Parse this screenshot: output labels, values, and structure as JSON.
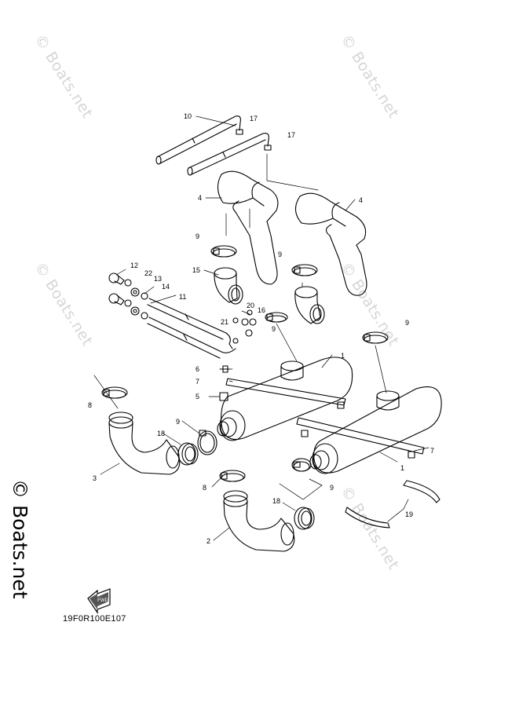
{
  "watermark_text": "© Boats.net",
  "diagram_code": "19F0R100E107",
  "front_arrow_label": "FWD",
  "callouts": [
    {
      "id": "c10",
      "text": "10"
    },
    {
      "id": "c17a",
      "text": "17"
    },
    {
      "id": "c17b",
      "text": "17"
    },
    {
      "id": "c4a",
      "text": "4"
    },
    {
      "id": "c4b",
      "text": "4"
    },
    {
      "id": "c9a",
      "text": "9"
    },
    {
      "id": "c9b",
      "text": "9"
    },
    {
      "id": "c12",
      "text": "12"
    },
    {
      "id": "c22",
      "text": "22"
    },
    {
      "id": "c13",
      "text": "13"
    },
    {
      "id": "c14",
      "text": "14"
    },
    {
      "id": "c15",
      "text": "15"
    },
    {
      "id": "c11",
      "text": "11"
    },
    {
      "id": "c20",
      "text": "20"
    },
    {
      "id": "c16",
      "text": "16"
    },
    {
      "id": "c21",
      "text": "21"
    },
    {
      "id": "c9c",
      "text": "9"
    },
    {
      "id": "c9d",
      "text": "9"
    },
    {
      "id": "c1a",
      "text": "1"
    },
    {
      "id": "c6",
      "text": "6"
    },
    {
      "id": "c7a",
      "text": "7"
    },
    {
      "id": "c5",
      "text": "5"
    },
    {
      "id": "c8a",
      "text": "8"
    },
    {
      "id": "c9e",
      "text": "9"
    },
    {
      "id": "c18a",
      "text": "18"
    },
    {
      "id": "c3",
      "text": "3"
    },
    {
      "id": "c7b",
      "text": "7"
    },
    {
      "id": "c1b",
      "text": "1"
    },
    {
      "id": "c8b",
      "text": "8"
    },
    {
      "id": "c9f",
      "text": "9"
    },
    {
      "id": "c18b",
      "text": "18"
    },
    {
      "id": "c19",
      "text": "19"
    },
    {
      "id": "c2",
      "text": "2"
    }
  ]
}
